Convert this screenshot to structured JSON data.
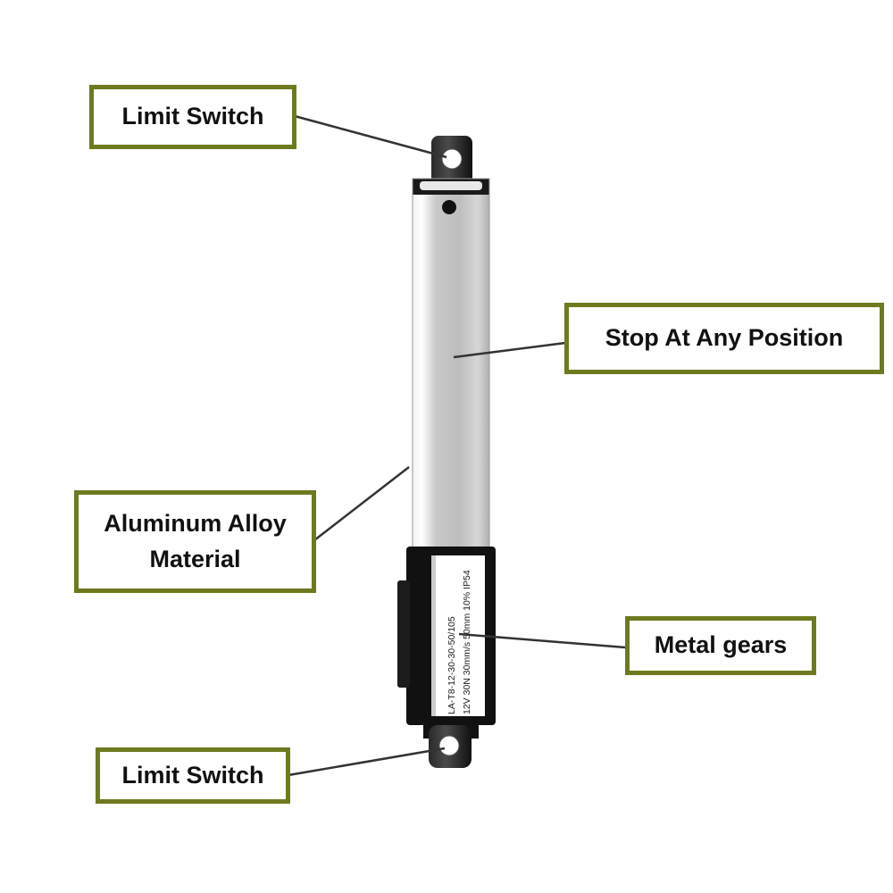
{
  "colors": {
    "callout_border": "#6f7a1f",
    "aluminum": "#cdcdcd",
    "housing": "#111111"
  },
  "callouts": {
    "limit_switch_top": "Limit Switch",
    "stop_position": "Stop At Any Position",
    "aluminum_line1": "Aluminum Alloy",
    "aluminum_line2": "Material",
    "metal_gears": "Metal gears",
    "limit_switch_bottom": "Limit Switch"
  },
  "product_label": {
    "line1": "LA-T8-12-30-30-50/105",
    "line2": "12V 30N 30mm/s 50mm 10% IP54"
  }
}
